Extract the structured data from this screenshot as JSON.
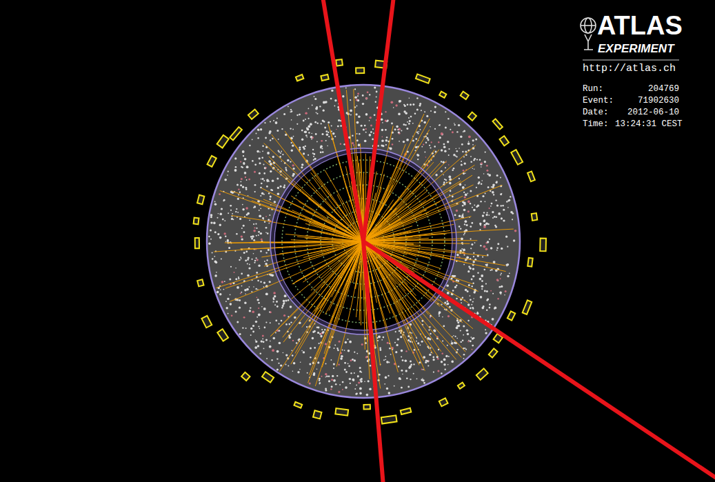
{
  "diagram": {
    "labels": [
      "ATLAS",
      "EXPERIMENT",
      "http://atlas.ch",
      "Run:",
      "204769",
      "Event:",
      "71902630",
      "Date:",
      "2012-06-10",
      "Time:",
      "13:24:31 CEST"
    ]
  }
}
